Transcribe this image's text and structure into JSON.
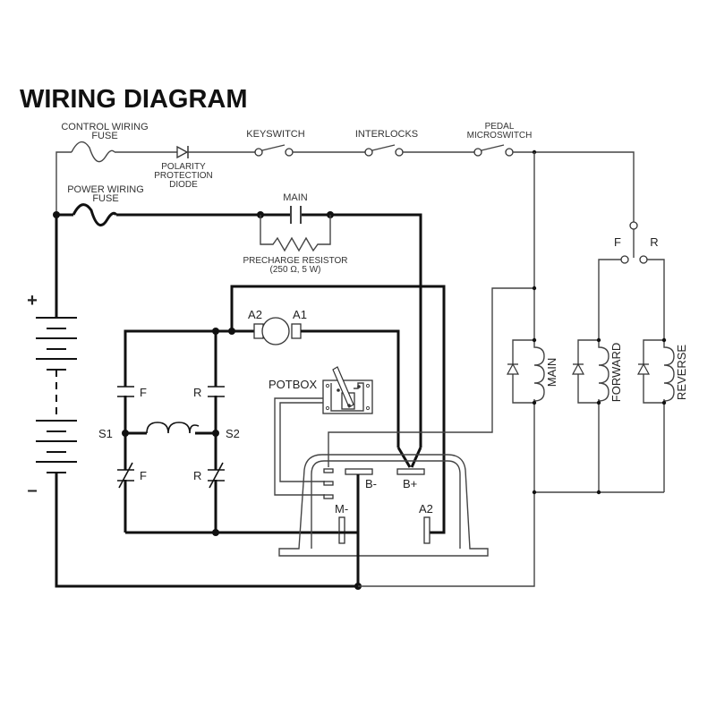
{
  "title": "WIRING DIAGRAM",
  "labels": {
    "control_fuse": [
      "CONTROL WIRING",
      "FUSE"
    ],
    "power_fuse": [
      "POWER WIRING",
      "FUSE"
    ],
    "diode": [
      "POLARITY",
      "PROTECTION",
      "DIODE"
    ],
    "keyswitch": "KEYSWITCH",
    "interlocks": "INTERLOCKS",
    "pedal": [
      "PEDAL",
      "MICROSWITCH"
    ],
    "main_contact": "MAIN",
    "precharge": [
      "PRECHARGE RESISTOR",
      "(250 Ω, 5 W)"
    ],
    "battery_plus": "+",
    "battery_minus": "–",
    "motor_a2": "A2",
    "motor_a1": "A1",
    "contact_f_top": "F",
    "contact_r_top": "R",
    "contact_f_bottom": "F",
    "contact_r_bottom": "R",
    "s1": "S1",
    "s2": "S2",
    "potbox": "POTBOX",
    "ctrl_b_minus": "B-",
    "ctrl_b_plus": "B+",
    "ctrl_m_minus": "M-",
    "ctrl_a2": "A2",
    "fr_switch_f": "F",
    "fr_switch_r": "R",
    "coil_main": "MAIN",
    "coil_forward": "FORWARD",
    "coil_reverse": "REVERSE"
  }
}
